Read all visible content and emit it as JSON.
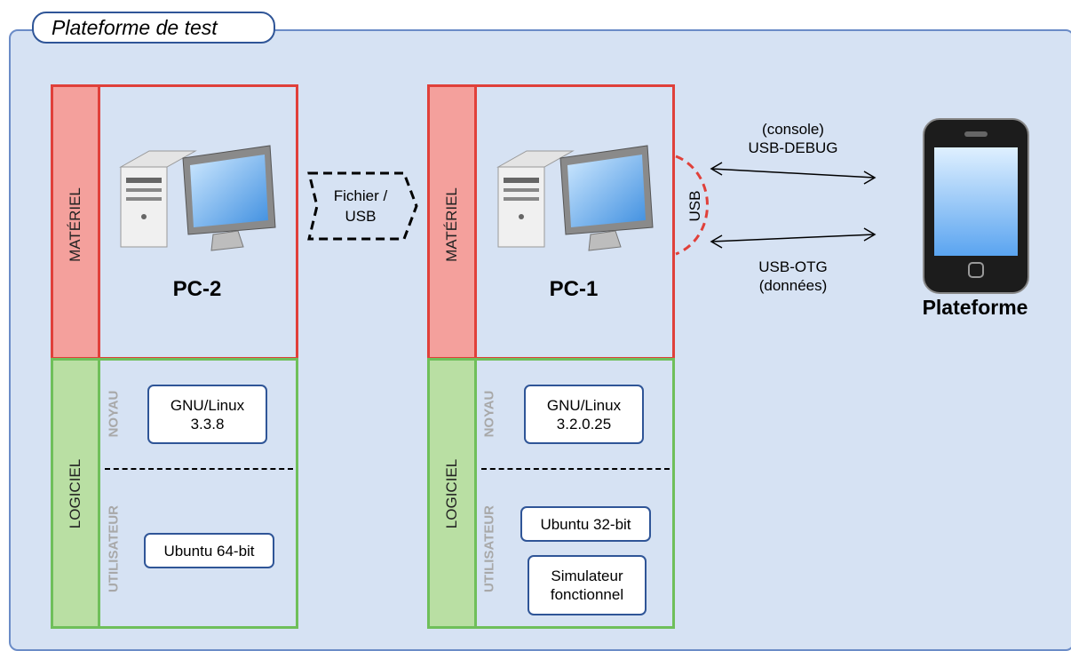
{
  "frame": {
    "title": "Plateforme de test"
  },
  "pc2": {
    "name": "PC-2",
    "hw_label": "MATÉRIEL",
    "sw_label": "LOGICIEL",
    "kernel_label": "NOYAU",
    "user_label": "UTILISATEUR",
    "kernel": [
      "GNU/Linux",
      "3.3.8"
    ],
    "os": "Ubuntu 64-bit"
  },
  "transfer": {
    "line1": "Fichier /",
    "line2": "USB"
  },
  "pc1": {
    "name": "PC-1",
    "hw_label": "MATÉRIEL",
    "sw_label": "LOGICIEL",
    "kernel_label": "NOYAU",
    "user_label": "UTILISATEUR",
    "kernel": [
      "GNU/Linux",
      "3.2.0.25"
    ],
    "os": "Ubuntu 32-bit",
    "sim": [
      "Simulateur",
      "fonctionnel"
    ],
    "usb_label": "USB"
  },
  "links": {
    "debug": [
      "(console)",
      "USB-DEBUG"
    ],
    "otg": [
      "USB-OTG",
      "(données)"
    ]
  },
  "device": {
    "name": "Plateforme"
  }
}
